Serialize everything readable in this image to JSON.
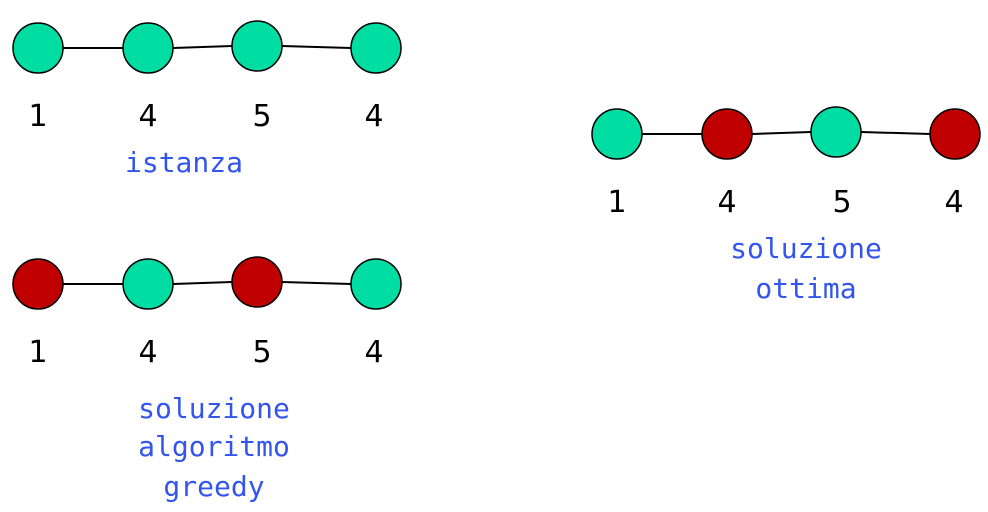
{
  "colors": {
    "unselected": "#00DDA3",
    "selected": "#C00000",
    "caption": "#3355EE"
  },
  "graphs": [
    {
      "id": "istanza",
      "weights": [
        "1",
        "4",
        "5",
        "4"
      ],
      "selected": [
        false,
        false,
        false,
        false
      ],
      "caption": [
        "istanza"
      ]
    },
    {
      "id": "greedy",
      "weights": [
        "1",
        "4",
        "5",
        "4"
      ],
      "selected": [
        true,
        false,
        true,
        false
      ],
      "caption": [
        "soluzione",
        "algoritmo",
        "greedy"
      ]
    },
    {
      "id": "ottima",
      "weights": [
        "1",
        "4",
        "5",
        "4"
      ],
      "selected": [
        false,
        true,
        false,
        true
      ],
      "caption": [
        "soluzione",
        "ottima"
      ]
    }
  ]
}
